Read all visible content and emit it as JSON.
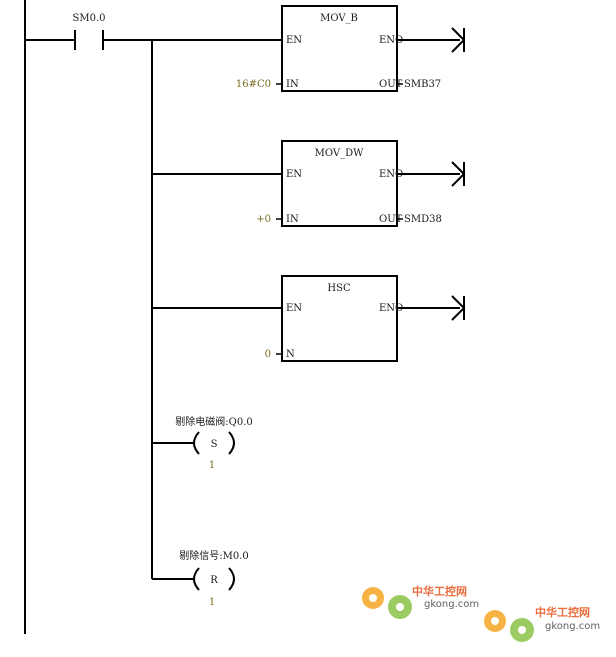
{
  "colors": {
    "wire": "#000000",
    "label": "#1a1a1a",
    "value": "#7a6a1e",
    "wm_gear": "#f5a623",
    "wm_gear2": "#8bc34a",
    "wm_text": "#e8541e",
    "wm_site": "#444444"
  },
  "contact": {
    "label": "SM0.0"
  },
  "boxes": [
    {
      "title": "MOV_B",
      "en": "EN",
      "eno": "ENO",
      "in_pin": "IN",
      "in_value": "16#C0",
      "out_pin": "OUT",
      "out_value": "SMB37"
    },
    {
      "title": "MOV_DW",
      "en": "EN",
      "eno": "ENO",
      "in_pin": "IN",
      "in_value": "+0",
      "out_pin": "OUT",
      "out_value": "SMD38"
    },
    {
      "title": "HSC",
      "en": "EN",
      "eno": "ENO",
      "in_pin": "N",
      "in_value": "0"
    }
  ],
  "coils": [
    {
      "label": "剔除电磁阀:Q0.0",
      "symbol": "S",
      "count": "1"
    },
    {
      "label": "剔除信号:M0.0",
      "symbol": "R",
      "count": "1"
    }
  ],
  "watermarks": [
    {
      "cn": "中华工控网",
      "site": "gkong.com"
    },
    {
      "cn": "中华工控网",
      "site": "gkong.com"
    }
  ]
}
